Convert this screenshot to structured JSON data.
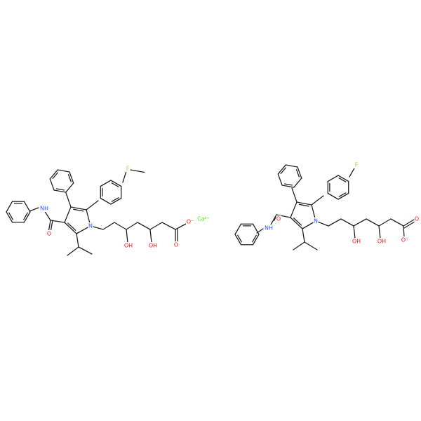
{
  "colors": {
    "bond": "#222222",
    "N": "#3050f8",
    "O": "#ff0d0d",
    "F": "#90e050",
    "Ca": "#3dff00",
    "background": "#ffffff"
  },
  "labels": {
    "N": "N",
    "NH": "NH",
    "O": "O",
    "O_minus": "O⁻",
    "OH": "OH",
    "F": "F",
    "Ca": "Ca²⁺"
  }
}
